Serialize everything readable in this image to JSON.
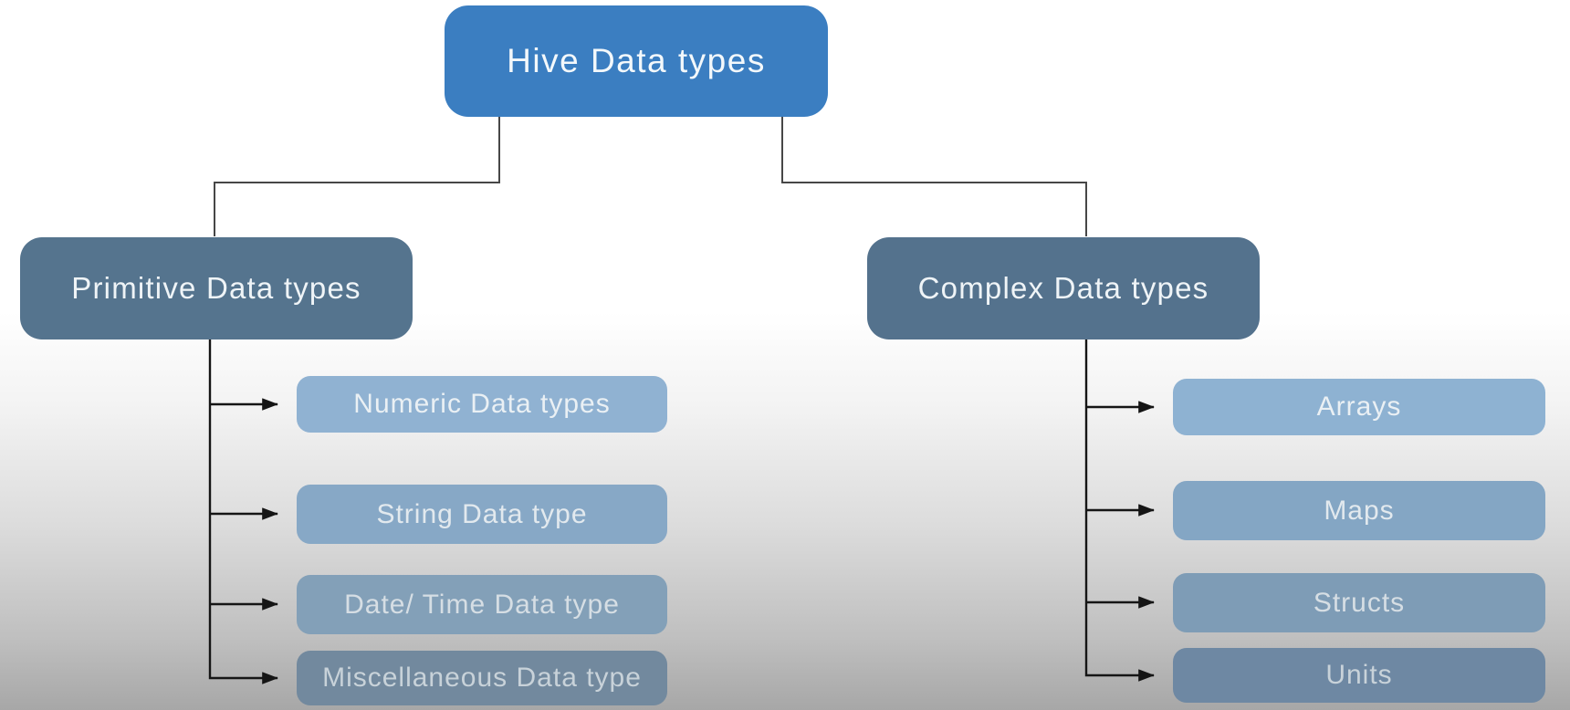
{
  "diagram": {
    "title": "Hive Data types",
    "connector_color": "#474747",
    "arrow_color": "#151515",
    "background": {
      "top_color": "#ffffff",
      "bottom_color": "#a7a7a7"
    },
    "root": {
      "label": "Hive Data types",
      "color": "#3b7ec1",
      "text_color": "#f3f8fb"
    },
    "branches": [
      {
        "label": "Primitive Data types",
        "color": "#55748e",
        "text_color": "#eff4f7",
        "children": [
          {
            "label": "Numeric Data types",
            "color": "#90b2d2",
            "text_color": "#eaf0f4"
          },
          {
            "label": "String Data type",
            "color": "#87a8c6",
            "text_color": "#e2e9ee"
          },
          {
            "label": "Date/ Time Data type",
            "color": "#83a0b8",
            "text_color": "#d6dee4"
          },
          {
            "label": "Miscellaneous Data type",
            "color": "#72899e",
            "text_color": "#c8d2d9"
          }
        ]
      },
      {
        "label": "Complex Data types",
        "color": "#54728d",
        "text_color": "#eff4f7",
        "children": [
          {
            "label": "Arrays",
            "color": "#8eb2d2",
            "text_color": "#eaf0f4"
          },
          {
            "label": "Maps",
            "color": "#84a6c4",
            "text_color": "#e2e9ee"
          },
          {
            "label": "Structs",
            "color": "#7e9cb6",
            "text_color": "#d6dee4"
          },
          {
            "label": "Units",
            "color": "#6e88a3",
            "text_color": "#c8d2d9"
          }
        ]
      }
    ]
  }
}
